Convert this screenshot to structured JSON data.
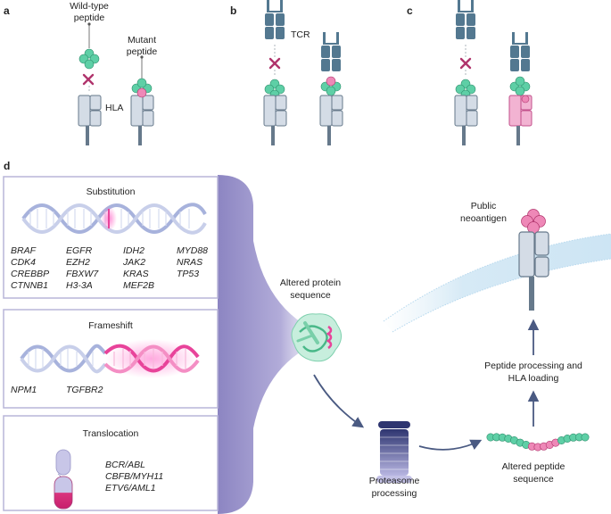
{
  "colors": {
    "hla": "#d4dce6",
    "hla_stroke": "#66798b",
    "tcr": "#537890",
    "wt_peptide": "#5ecfa6",
    "mut_peptide": "#ee88b7",
    "hla_mut": "#f2b3d2",
    "cross": "#b0346c",
    "arrow": "#4a5a82",
    "funnel": "#9a92c8",
    "dna": "#a7b2dc",
    "membrane": "#c9e3f2"
  },
  "panel_a": {
    "letter": "a",
    "wild_type_label": [
      "Wild-type",
      "peptide"
    ],
    "mutant_label": [
      "Mutant",
      "peptide"
    ],
    "hla_label": "HLA"
  },
  "panel_b": {
    "letter": "b",
    "tcr_label": "TCR"
  },
  "panel_c": {
    "letter": "c"
  },
  "panel_d": {
    "letter": "d",
    "substitution": {
      "title": "Substitution",
      "gene_columns": [
        [
          "BRAF",
          "CDK4",
          "CREBBP",
          "CTNNB1"
        ],
        [
          "EGFR",
          "EZH2",
          "FBXW7",
          "H3-3A"
        ],
        [
          "IDH2",
          "JAK2",
          "KRAS",
          "MEF2B"
        ],
        [
          "MYD88",
          "NRAS",
          "TP53"
        ]
      ]
    },
    "frameshift": {
      "title": "Frameshift",
      "genes": [
        "NPM1",
        "TGFBR2"
      ]
    },
    "translocation": {
      "title": "Translocation",
      "genes": [
        "BCR/ABL",
        "CBFB/MYH11",
        "ETV6/AML1"
      ]
    },
    "altered_protein_label": [
      "Altered protein",
      "sequence"
    ],
    "proteasome_label": [
      "Proteasome",
      "processing"
    ],
    "altered_peptide_label": [
      "Altered peptide",
      "sequence"
    ],
    "peptide_processing_label": [
      "Peptide processing and",
      "HLA loading"
    ],
    "public_neoantigen_label": [
      "Public",
      "neoantigen"
    ]
  }
}
